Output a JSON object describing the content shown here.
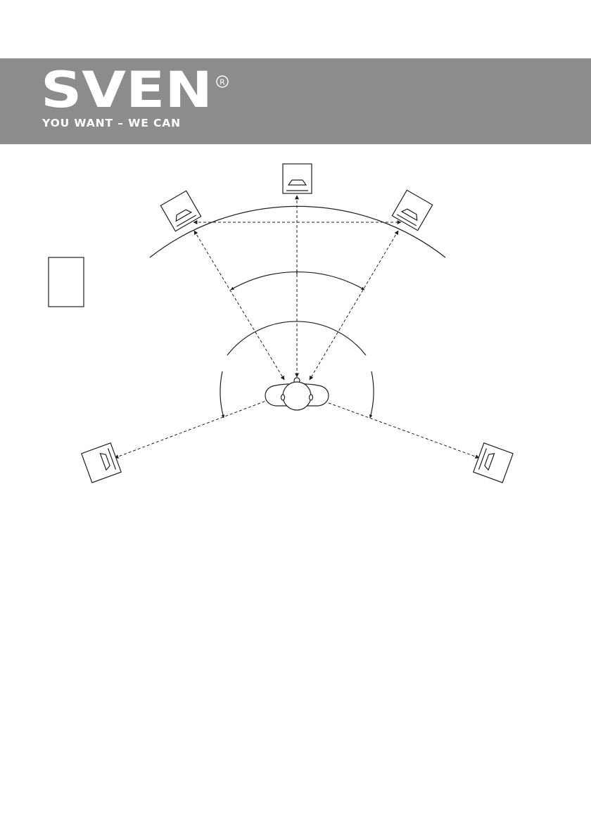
{
  "brand": {
    "name": "SVEN",
    "tagline": "YOU WANT – WE CAN",
    "registered_symbol": "R",
    "header_color": "#8c8c8c",
    "logo_color": "#ffffff"
  },
  "diagram": {
    "line_color": "#231f20",
    "speakers": [
      "front-left",
      "center",
      "front-right",
      "surround-left",
      "surround-right"
    ],
    "extra_items": [
      "subwoofer"
    ],
    "listener": "listener-head"
  }
}
